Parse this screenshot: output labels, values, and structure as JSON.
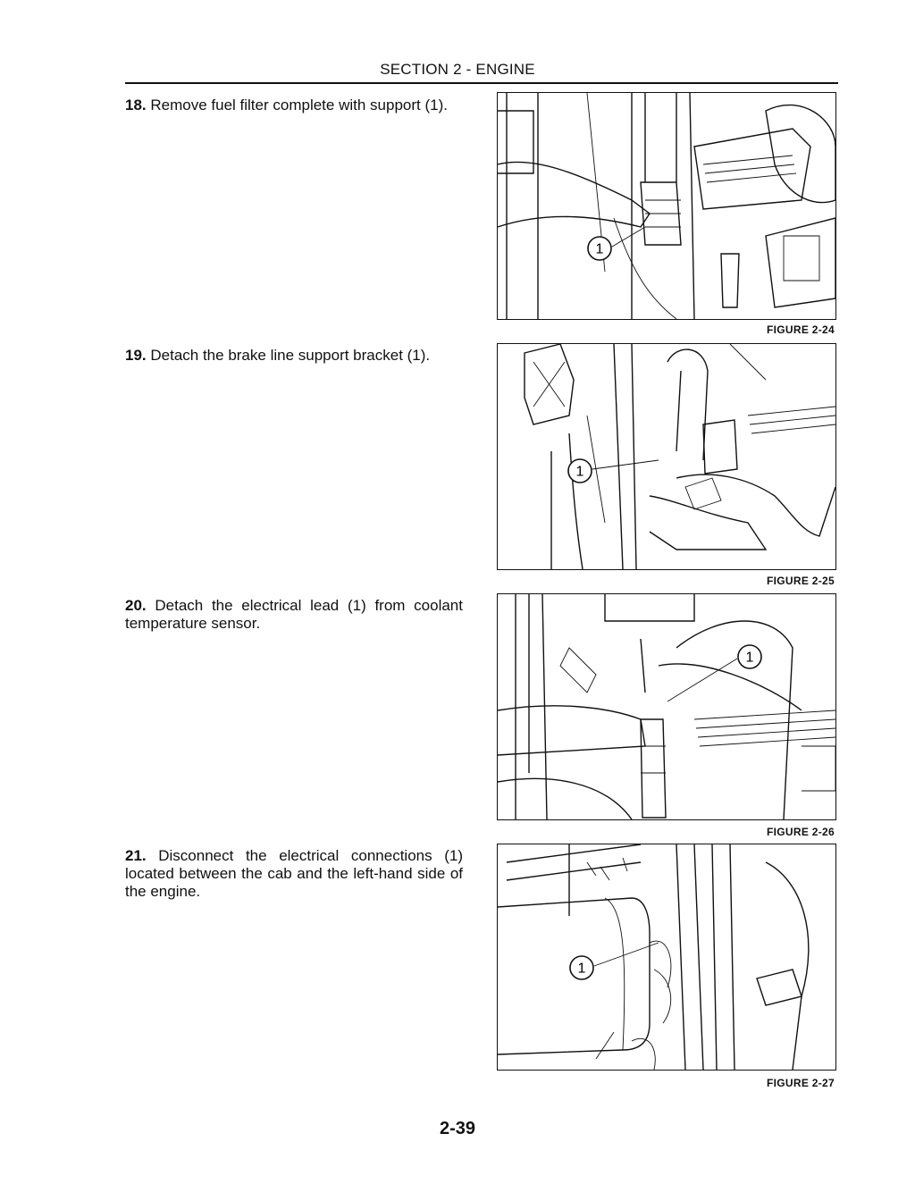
{
  "header": {
    "section": "SECTION 2 - ENGINE"
  },
  "steps": [
    {
      "number": "18.",
      "text": "Remove fuel filter complete with support (1)."
    },
    {
      "number": "19.",
      "text": "Detach the brake line support bracket (1)."
    },
    {
      "number": "20.",
      "text": "Detach the electrical lead (1) from coolant temperature sensor."
    },
    {
      "number": "21.",
      "text": "Disconnect the electrical connections (1) located between the cab and the left-hand side of the engine."
    }
  ],
  "figures": [
    {
      "photo_id": "25035",
      "caption": "FIGURE 2-24",
      "callout": "1"
    },
    {
      "photo_id": "25036",
      "caption": "FIGURE 2-25",
      "callout": "1"
    },
    {
      "photo_id": "25037",
      "caption": "FIGURE 2-26",
      "callout": "1"
    },
    {
      "photo_id": "25045",
      "caption": "FIGURE 2-27",
      "callout": "1"
    }
  ],
  "footer": {
    "page_number": "2-39"
  }
}
